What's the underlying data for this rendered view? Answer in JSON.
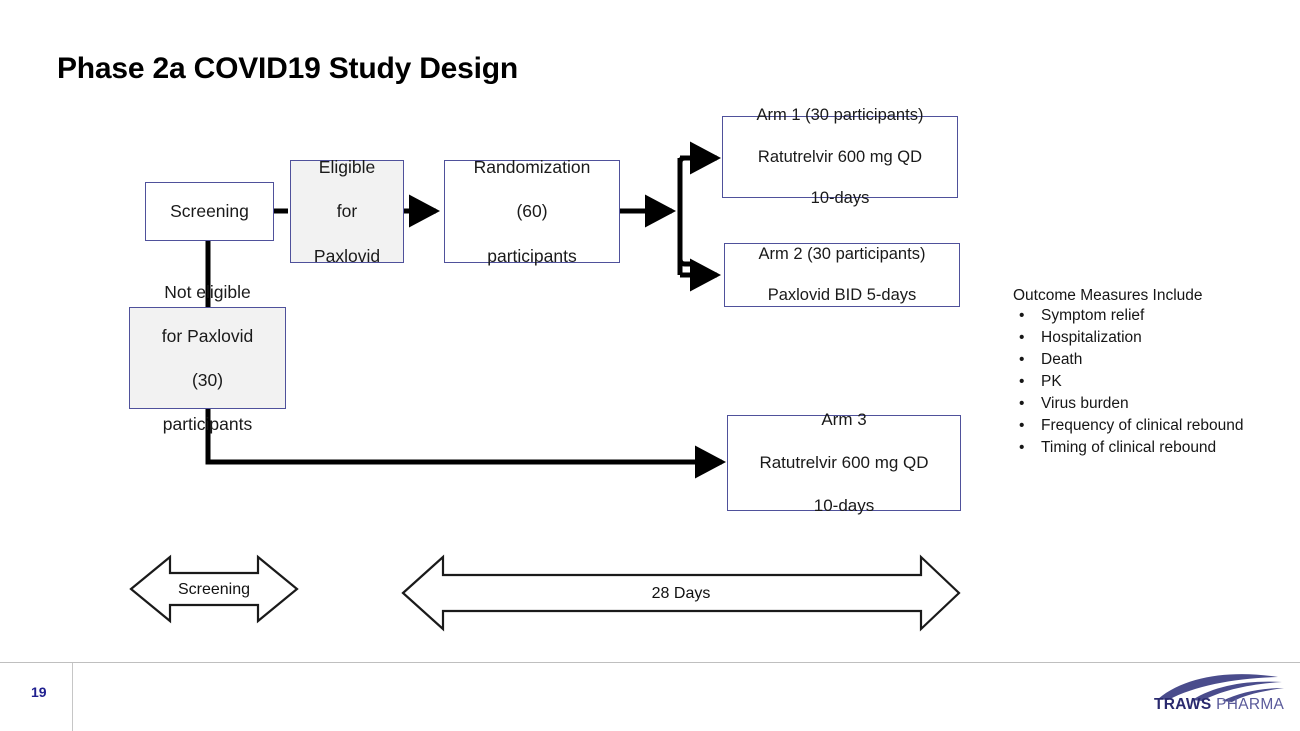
{
  "slide": {
    "title": "Phase 2a COVID19 Study Design",
    "page_number": "19"
  },
  "flow": {
    "screening": "Screening",
    "eligible": "Eligible\nfor\nPaxlovid",
    "eligible_lines": [
      "Eligible",
      "for",
      "Paxlovid"
    ],
    "randomization_lines": [
      "Randomization",
      "(60)",
      "participants"
    ],
    "not_eligible_lines": [
      "Not eligible",
      "for Paxlovid",
      "(30)",
      "participants"
    ],
    "arm1_lines": [
      "Arm 1 (30 participants)",
      "Ratutrelvir 600 mg QD",
      "10-days"
    ],
    "arm2_lines": [
      "Arm 2 (30 participants)",
      "Paxlovid BID 5-days"
    ],
    "arm3_lines": [
      "Arm 3",
      "Ratutrelvir 600 mg QD",
      "10-days"
    ]
  },
  "timeline": {
    "screening_label": "Screening",
    "days_label": "28 Days"
  },
  "outcomes": {
    "heading": "Outcome Measures Include",
    "bullet_glyph": "•",
    "items": [
      "Symptom relief",
      "Hospitalization",
      "Death",
      "PK",
      "Virus burden",
      "Frequency of clinical rebound",
      "Timing of clinical rebound"
    ]
  },
  "logo": {
    "name_bold": "TRAWS",
    "name_light": " PHARMA"
  },
  "colors": {
    "box_border": "#4f519b",
    "box_shaded_fill": "#f2f2f2",
    "connector": "#000000",
    "page_number": "#1f1f8f",
    "logo_dark": "#2a2a6e",
    "logo_light": "#5a5a9a"
  }
}
